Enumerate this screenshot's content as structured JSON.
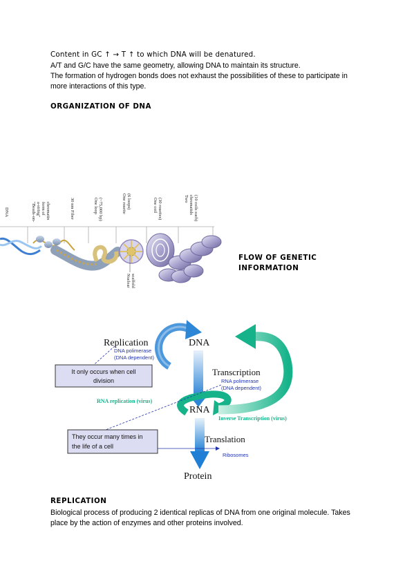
{
  "intro": {
    "line1": "Content in GC ↑ → T ↑ to which DNA will be denatured.",
    "line2": "A/T and G/C have the same geometry, allowing DNA to maintain its structure.",
    "line3": "The formation of hydrogen bonds does not exhaust the possibilities of these to participate in",
    "line4": "more interactions of this type."
  },
  "organization": {
    "heading": "ORGANIZATION OF DNA",
    "labels": {
      "dna": "DNA",
      "beads_1": "\"Beads-on-",
      "beads_2": "a-string\"",
      "beads_3": "form of",
      "beads_4": "chromatin",
      "fiber": "30 nm Fiber",
      "loop_1": "One loop",
      "loop_2": "(~75,000 bp)",
      "rosette_1": "One rosette",
      "rosette_2": "(6 loops)",
      "coil_1": "One coil",
      "coil_2": "(30 rosettes)",
      "chromatids_1": "Two",
      "chromatids_2": "chromatids",
      "chromatids_3": "(10 coils each)",
      "scaffold_1": "Nuclear",
      "scaffold_2": "scaffold"
    }
  },
  "flow": {
    "heading_1": "FLOW OF GENETIC",
    "heading_2": "INFORMATION",
    "replication": "Replication",
    "dna": "DNA",
    "rna": "RNA",
    "protein": "Protein",
    "transcription": "Transcription",
    "translation": "Translation",
    "dna_polymerase": "DNA polimerase",
    "dna_dependent_1": "(DNA dependent)",
    "rna_polymerase": "RNA polimerase",
    "dna_dependent_2": "(DNA dependent)",
    "ribosomes": "Ribosomes",
    "rna_replication": "RNA replication (virus)",
    "inverse_transcription": "Inverse Transcription (virus)",
    "note1_line1": "It only occurs when cell",
    "note1_line2": "division",
    "note2_line1": "They occur many times in",
    "note2_line2": "the life of a cell",
    "colors": {
      "blue": "#2e86d6",
      "green": "#16b38a",
      "box": "#dcdcf2",
      "text_blue": "#2233aa"
    }
  },
  "replication_section": {
    "heading": "REPLICATION",
    "line1": "Biological process of producing 2 identical replicas of DNA from one original molecule. Takes",
    "line2": "place by the action of enzymes and other proteins involved."
  }
}
